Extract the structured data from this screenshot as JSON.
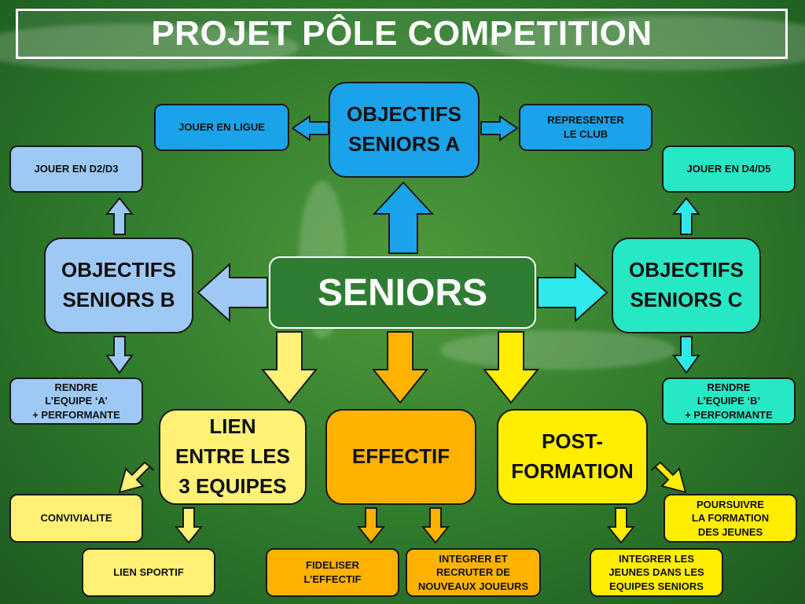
{
  "title": "PROJET PÔLE COMPETITION",
  "center": "SENIORS",
  "colors": {
    "blue_dark": "#1aa3e8",
    "blue_light": "#9ec9f5",
    "cyan": "#27e8c4",
    "cyan_arrow": "#2ee9e9",
    "yellow_light": "#fff176",
    "orange": "#ffb300",
    "yellow": "#ffee00",
    "green_bg": "#2f7a2c"
  },
  "nodes": {
    "obj_a": "OBJECTIFS\nSENIORS A",
    "obj_b": "OBJECTIFS\nSENIORS B",
    "obj_c": "OBJECTIFS\nSENIORS C",
    "lien": "LIEN\nENTRE LES\n3 EQUIPES",
    "effectif": "EFFECTIF",
    "post": "POST-\nFORMATION",
    "jouer_ligue": "JOUER EN LIGUE",
    "representer": "REPRESENTER\nLE CLUB",
    "d2d3": "JOUER EN D2/D3",
    "d4d5": "JOUER EN D4/D5",
    "rendre_a": "RENDRE\nL’EQUIPE ‘A’\n+ PERFORMANTE",
    "rendre_b": "RENDRE\nL’EQUIPE ‘B’\n+ PERFORMANTE",
    "convivialite": "CONVIVIALITE",
    "lien_sportif": "LIEN SPORTIF",
    "fideliser": "FIDELISER\nL’EFFECTIF",
    "integrer_recruter": "INTEGRER  ET\nRECRUTER DE\nNOUVEAUX JOUEURS",
    "poursuivre": "POURSUIVRE\nLA FORMATION\nDES JEUNES",
    "integrer_jeunes": "INTEGRER LES\nJEUNES DANS LES\nEQUIPES SENIORS"
  }
}
